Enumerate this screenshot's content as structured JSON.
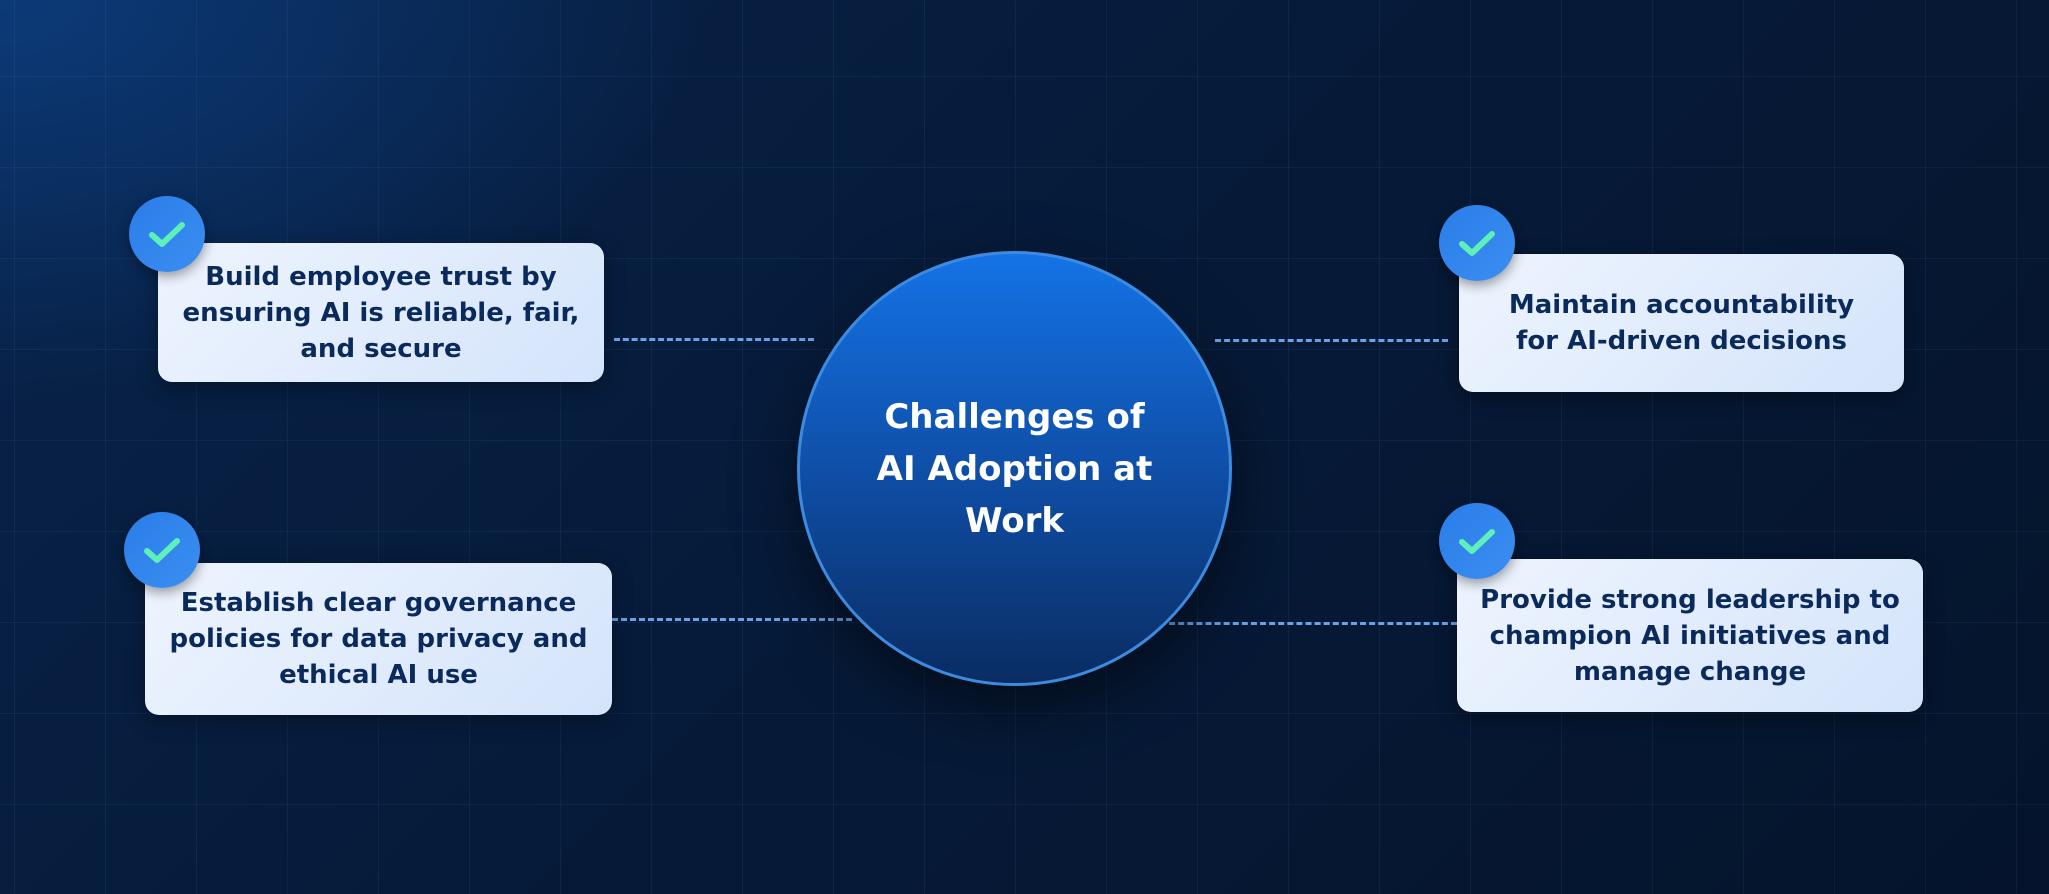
{
  "title": "Challenges of AI Adoption at Work",
  "items": [
    {
      "text": "Build employee trust by ensuring AI is reliable, fair, and secure",
      "icon": "check-icon"
    },
    {
      "text": "Maintain accountability for AI-driven decisions",
      "icon": "check-icon"
    },
    {
      "text": "Establish clear governance policies for data privacy and ethical AI use",
      "icon": "check-icon"
    },
    {
      "text": "Provide strong leadership to champion AI initiatives and manage change",
      "icon": "check-icon"
    }
  ],
  "colors": {
    "accent": "#1473e6",
    "check": "#5ef0b8",
    "text": "#0b2a5c"
  }
}
